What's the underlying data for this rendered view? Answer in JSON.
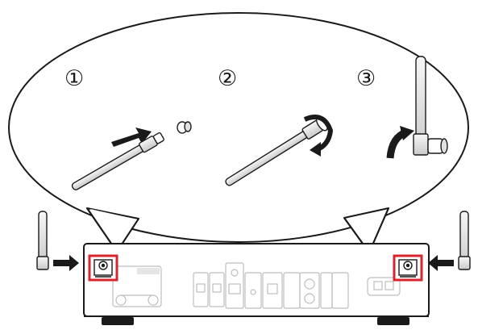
{
  "steps": [
    {
      "label": "①",
      "action": "insert-antenna"
    },
    {
      "label": "②",
      "action": "rotate-to-tighten"
    },
    {
      "label": "③",
      "action": "raise-antenna-upright"
    }
  ],
  "device": {
    "name": "rear-panel",
    "antenna_terminals": [
      "left",
      "right"
    ],
    "highlight_color": "#d9232d"
  },
  "colors": {
    "outline": "#1a1a1a",
    "panel_fill": "#ffffff",
    "panel_details": "#bdbdbd",
    "antenna_fill": "#e6e6e6",
    "highlight": "#d9232d"
  }
}
